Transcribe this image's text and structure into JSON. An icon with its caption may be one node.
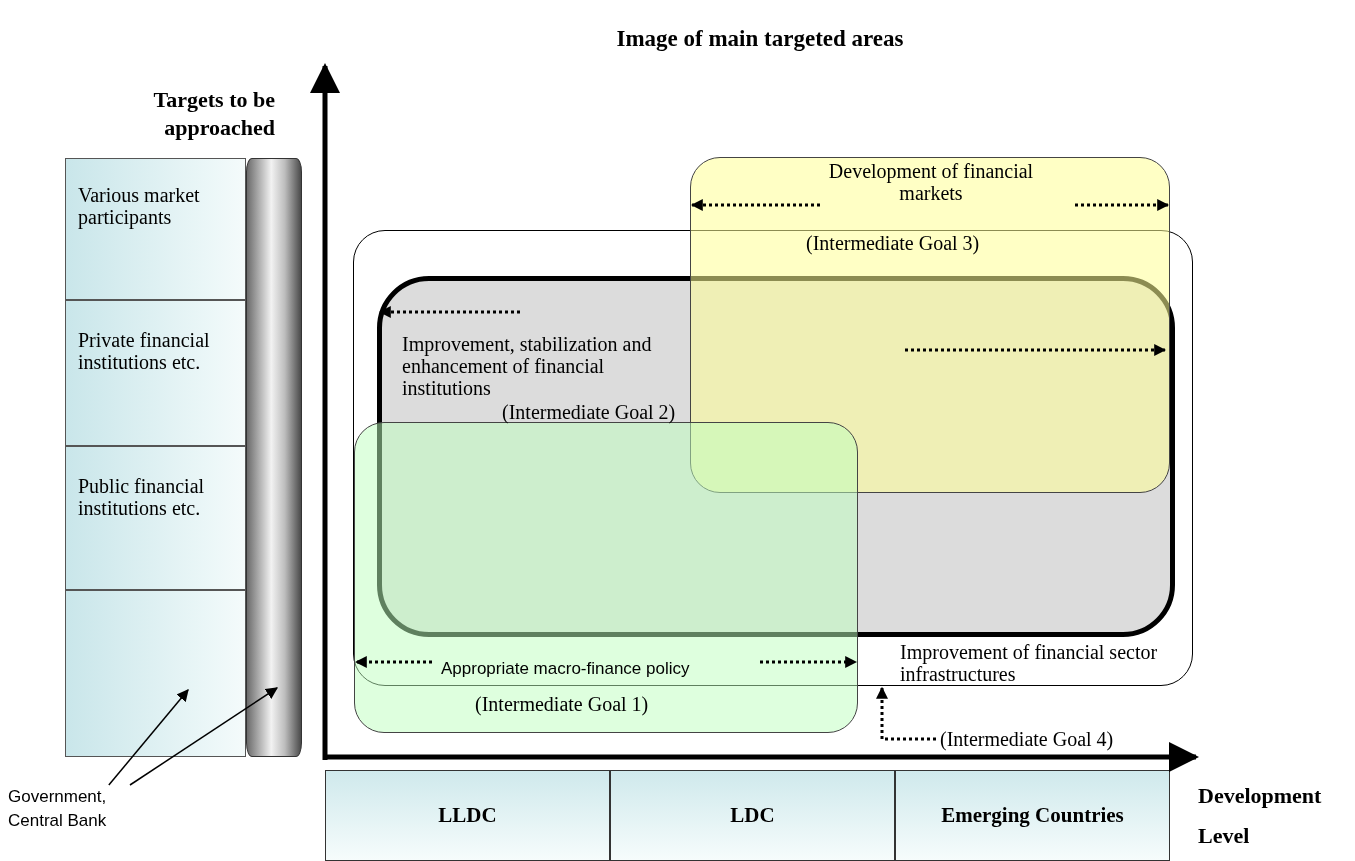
{
  "diagram": {
    "title": "Image of main targeted areas",
    "nodes": [
      {
        "text": [
          "Various market participants"
        ]
      },
      {
        "text": [
          "Private financial institutions etc."
        ]
      },
      {
        "text": [
          "Public financial institutions etc."
        ]
      },
      {
        "text": [],
        "shape": "box"
      },
      {
        "text": [],
        "shape": "cylinder"
      },
      {
        "text": [
          "Development of financial markets",
          "(Intermediate Goal 3)"
        ]
      },
      {
        "text": [],
        "shape": "box"
      },
      {
        "text": [
          "Improvement, stabilization and enhancement of financial institutions",
          "(Intermediate Goal 2)"
        ],
        "in": 6
      },
      {
        "text": [
          "Appropriate macro-finance policy",
          "(Intermediate Goal 1)"
        ]
      },
      {
        "text": [
          "Improvement of financial sector infrastructures",
          "(Intermediate Goal 4)"
        ]
      },
      {
        "text": [
          "LLDC"
        ]
      },
      {
        "text": [
          "LDC"
        ]
      },
      {
        "text": [
          "Emerging Countries"
        ]
      },
      {
        "text": [
          "Government, Central Bank"
        ]
      }
    ],
    "edges": [
      {
        "from": 13,
        "to": 3,
        "arrow": "to"
      },
      {
        "from": 13,
        "to": 4,
        "arrow": "to"
      },
      {
        "from": 9,
        "to": 6,
        "arrow": "to",
        "style": "dashed"
      }
    ],
    "labels": [
      "Targets to be approached",
      "Development Level"
    ]
  }
}
